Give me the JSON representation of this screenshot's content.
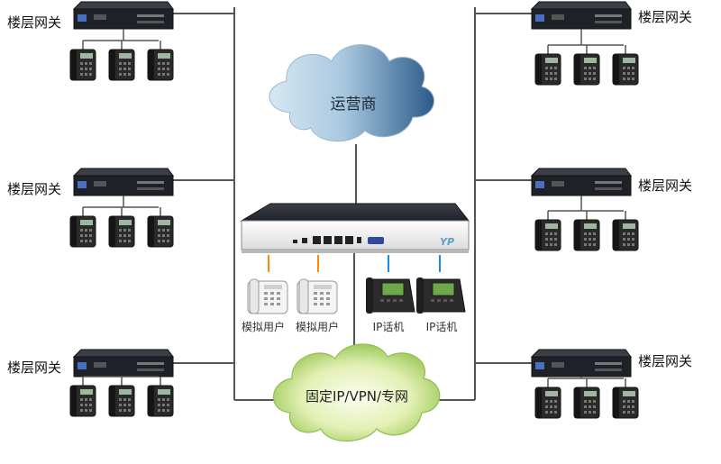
{
  "clouds": {
    "carrier": "运营商",
    "fixed_network": "固定IP/VPN/专网"
  },
  "floor_gateways": [
    {
      "label": "楼层网关"
    },
    {
      "label": "楼层网关"
    },
    {
      "label": "楼层网关"
    },
    {
      "label": "楼层网关"
    },
    {
      "label": "楼层网关"
    },
    {
      "label": "楼层网关"
    }
  ],
  "central_device": {
    "brand_text": "YP"
  },
  "endpoints": [
    {
      "label": "模拟用户"
    },
    {
      "label": "模拟用户"
    },
    {
      "label": "IP话机"
    },
    {
      "label": "IP话机"
    }
  ],
  "colors": {
    "carrier_cloud_light": "#c9e0ef",
    "carrier_cloud_dark": "#2b5a8a",
    "fixed_cloud_light": "#f3f8d8",
    "fixed_cloud_dark": "#8fc24b",
    "line": "#555555",
    "device_body": "#2a2e36",
    "analog_wire": "#ff8c00",
    "ip_wire": "#1e88e5"
  }
}
